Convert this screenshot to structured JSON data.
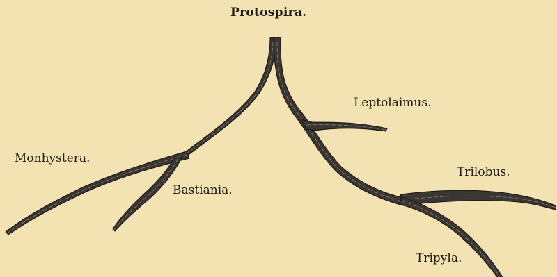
{
  "colors": {
    "background": "#f3e3b3",
    "branch_fill": "#3a3632",
    "branch_stroke": "#181512",
    "hatch": "#8a8275",
    "text": "#1e1a14"
  },
  "root": {
    "label": "Protospira."
  },
  "branches": [
    {
      "id": "monhystera",
      "label": "Monhystera."
    },
    {
      "id": "bastiania",
      "label": "Bastiania."
    },
    {
      "id": "leptolaimus",
      "label": "Leptolaimus."
    },
    {
      "id": "trilobus",
      "label": "Trilobus."
    },
    {
      "id": "tripyla",
      "label": "Tripyla."
    }
  ]
}
